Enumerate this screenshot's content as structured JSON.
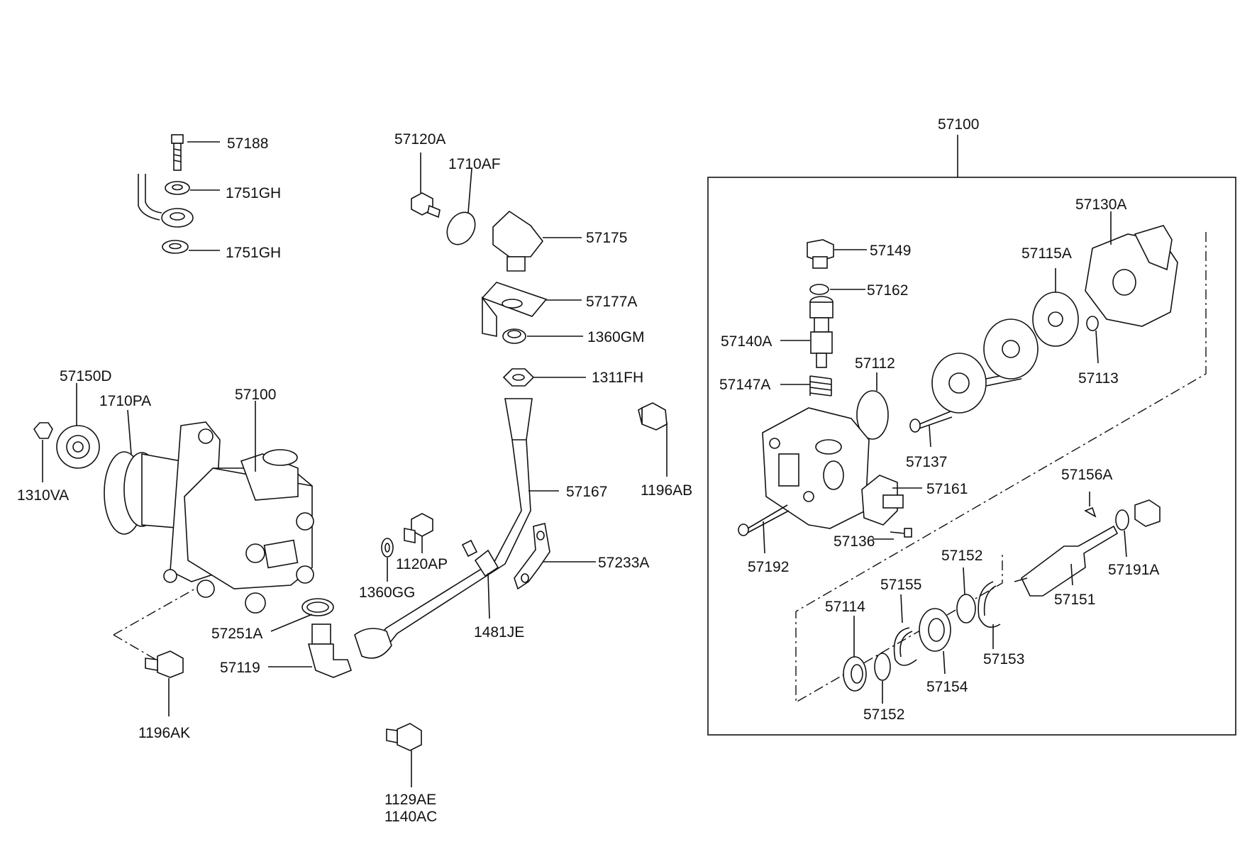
{
  "diagram": {
    "labels": {
      "p57188": "57188",
      "p1751gh_a": "1751GH",
      "p1751gh_b": "1751GH",
      "p57120a": "57120A",
      "p1710af": "1710AF",
      "p57175": "57175",
      "p57177a": "57177A",
      "p1360gm": "1360GM",
      "p1311fh": "1311FH",
      "p57167": "57167",
      "p1196ab": "1196AB",
      "p57150d": "57150D",
      "p1710pa": "1710PA",
      "p57100_pump": "57100",
      "p1310va": "1310VA",
      "p1120ap": "1120AP",
      "p1360gg": "1360GG",
      "p57233a": "57233A",
      "p57251a": "57251A",
      "p1481je": "1481JE",
      "p57119": "57119",
      "p1196ak": "1196AK",
      "p1129ae": "1129AE",
      "p1140ac": "1140AC",
      "p57100_kit": "57100",
      "p57130a": "57130A",
      "p57149": "57149",
      "p57115a": "57115A",
      "p57162": "57162",
      "p57140a": "57140A",
      "p57113": "57113",
      "p57112": "57112",
      "p57147a": "57147A",
      "p57137": "57137",
      "p57161": "57161",
      "p57156a": "57156A",
      "p57136": "57136",
      "p57192": "57192",
      "p57152_a": "57152",
      "p57191a": "57191A",
      "p57155": "57155",
      "p57151": "57151",
      "p57114": "57114",
      "p57153": "57153",
      "p57154": "57154",
      "p57152_b": "57152"
    }
  }
}
